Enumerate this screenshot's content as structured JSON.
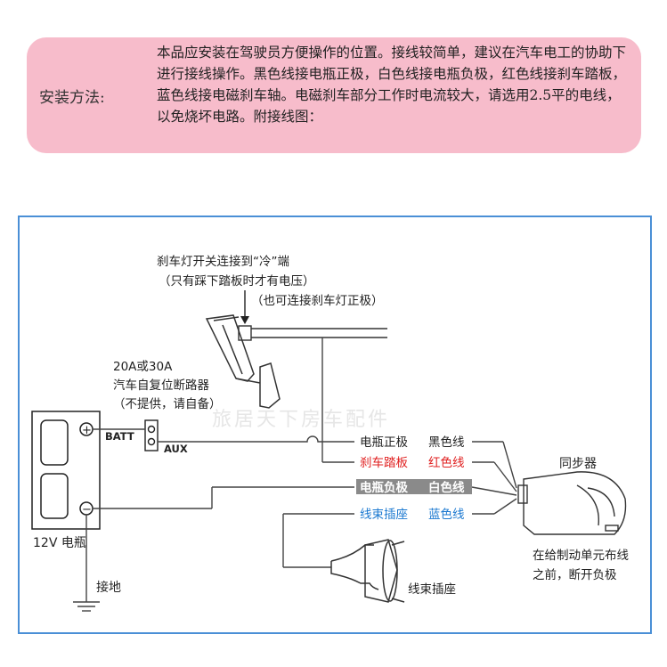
{
  "install": {
    "label": "安装方法:",
    "text": "本品应安装在驾驶员方便操作的位置。接线较简单，建议在汽车电工的协助下进行接线操作。黑色线接电瓶正极，白色线接电瓶负极，红色线接刹车踏板，蓝色线接电磁刹车轴。电磁刹车部分工作时电流较大，请选用2.5平的电线，以免烧坏电路。附接线图："
  },
  "diagram": {
    "brake_switch_line1": "刹车灯开关连接到“冷”端",
    "brake_switch_line2": "（只有踩下踏板时才有电压）",
    "brake_switch_line3": "（也可连接刹车灯正极）",
    "breaker_line1": "20A或30A",
    "breaker_line2": "汽车自复位断路器",
    "breaker_line3": "（不提供，请自备）",
    "batt_label": "BATT",
    "aux_label": "AUX",
    "battery_label": "12V 电瓶",
    "plus_sign": "+",
    "minus_sign": "−",
    "ground_label": "接地",
    "watermark": "旅居天下房车配件",
    "wire_positive": "电瓶正极",
    "wire_positive_color": "黑色线",
    "wire_brake": "刹车踏板",
    "wire_brake_color": "红色线",
    "wire_negative": "电瓶负极",
    "wire_negative_color": "白色线",
    "wire_harness": "线束插座",
    "wire_harness_color": "蓝色线",
    "sync_label": "同步器",
    "note_line1": "在给制动单元布线",
    "note_line2": "之前，断开负极",
    "harness_socket_label": "线束插座"
  },
  "colors": {
    "banner_bg": "#f7bccb",
    "frame_border": "#4a8fd6",
    "red_text": "#e02020",
    "blue_text": "#1a78d0",
    "white_label_bg": "#8a8a8a"
  }
}
